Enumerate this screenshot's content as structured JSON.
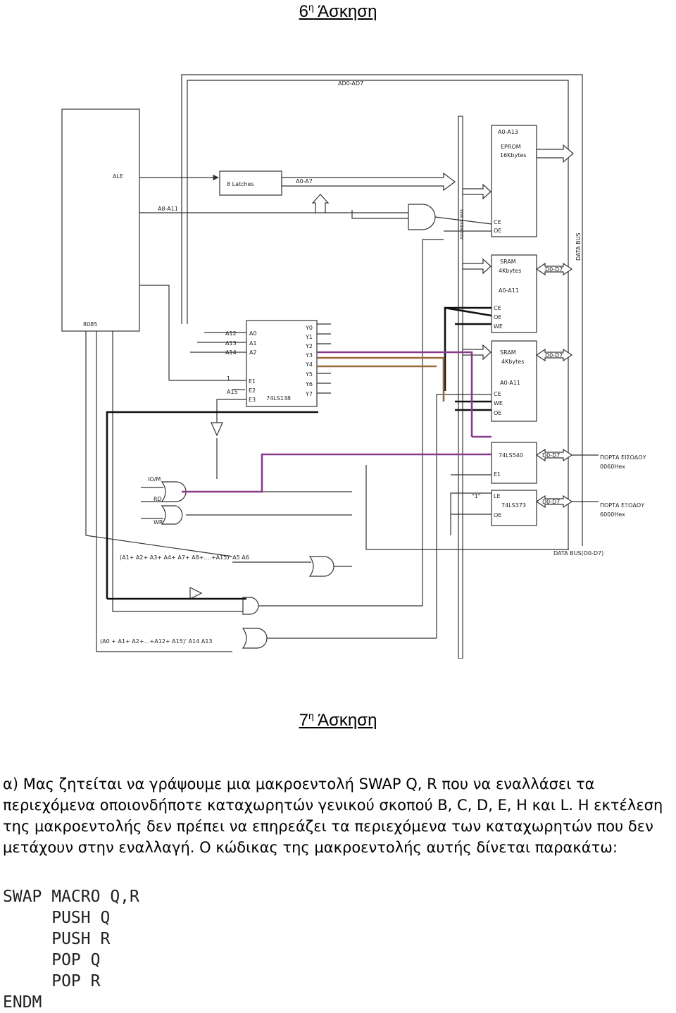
{
  "exercise6": {
    "num": "6",
    "sup": "η",
    "word": "Άσκηση"
  },
  "exercise7": {
    "num": "7",
    "sup": "η",
    "word": "Άσκηση"
  },
  "diagram": {
    "bus_ad": "AD0-AD7",
    "cpu": "8085",
    "ale": "ALE",
    "a8a11": "A8-A11",
    "latches": "8 Latches",
    "a0a7": "A0-A7",
    "address_bus": "ADDRESS BUS",
    "data_bus": "DATA BUS",
    "eprom": {
      "addr": "A0-A13",
      "name": "EPROM",
      "size": "16Kbytes",
      "ce": "CE",
      "oe": "OE"
    },
    "sram1": {
      "name": "SRAM",
      "size": "4Kbytes",
      "addr": "A0-A11",
      "ce": "CE",
      "oe": "OE",
      "we": "WE",
      "data": "D0-D7"
    },
    "sram2": {
      "name": "SRAM",
      "size": "4Kbytes",
      "addr": "A0-A11",
      "ce": "CE",
      "we": "WE",
      "oe": "OE",
      "data": "D0-D7"
    },
    "dec": {
      "name": "74LS138",
      "inputs": [
        "A0",
        "A1",
        "A2"
      ],
      "enables": [
        "E1",
        "E2",
        "E3"
      ],
      "outputs": [
        "Y0",
        "Y1",
        "Y2",
        "Y3",
        "Y4",
        "Y5",
        "Y6",
        "Y7"
      ],
      "lines": [
        "A12",
        "A13",
        "A14"
      ],
      "one": "1",
      "a15": "A15"
    },
    "buf": {
      "name": "74LS540",
      "e1": "E1",
      "data": "D0-D7",
      "port_l1": "ΠΟΡΤΑ ΕΙΣΟΔΟΥ",
      "port_l2": "0060Hex"
    },
    "latch": {
      "name": "74LS373",
      "le": "LE",
      "oe": "OE",
      "data": "D0-D7",
      "port_l1": "ΠΟΡΤΑ ΕΞΟΔΟΥ",
      "port_l2": "6000Hex",
      "one": "\"1\""
    },
    "iom": "IO/M",
    "rd": "RD",
    "wr": "WR",
    "data_bus2": "DATA BUS(D0-D7)",
    "eq1": "(A1+ A2+ A3+ A4+ A7+ A8+….+A15)' A5 A6",
    "eq2": "(A0 + A1+ A2+…+A12+ A15)' A14 A13"
  },
  "paragraph": [
    "α) Μας ζητείται να γράψουμε μια μακροεντολή SWAP Q, R που να εναλλάσει τα",
    "περιεχόμενα οποιονδήποτε καταχωρητών γενικού σκοπού B, C, D, E, H και L. Η εκτέλεση",
    "της μακροεντολής δεν πρέπει να επηρεάζει τα περιεχόμενα των καταχωρητών που δεν",
    "μετάχουν στην εναλλαγή. Ο κώδικας της μακροεντολής αυτής δίνεται παρακάτω:"
  ],
  "code": [
    "SWAP MACRO Q,R",
    "     PUSH Q",
    "     PUSH R",
    "     POP Q",
    "     POP R",
    "ENDM"
  ]
}
